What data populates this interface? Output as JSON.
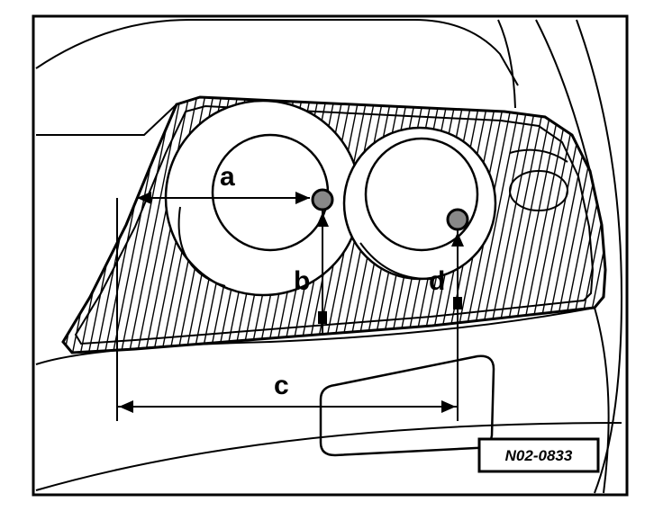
{
  "labels": {
    "a": "a",
    "b": "b",
    "c": "c",
    "d": "d"
  },
  "reference_code": "N02-0833",
  "colors": {
    "ink": "#000000",
    "paper": "#ffffff",
    "bulb_fill": "#888888"
  }
}
